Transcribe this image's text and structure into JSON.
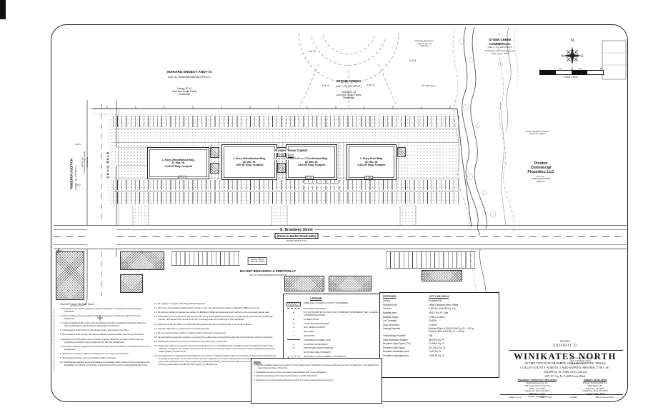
{
  "titleblock": {
    "case_number": "22.0014",
    "exhibit": "EXHIBIT D",
    "title": "WINIKATES NORTH",
    "location_line1": "IN THE TOWN OF PROSPER, COLLIN COUNTY, TEXAS",
    "location_line2": "COLLIN COUNTY SCHOOL LAND SURVEY ABSTRACT NO. 147",
    "area_gross": "244,089 Sq. Ft./5.602 Acres (Gross)",
    "area_net": "237,317 Sq. Ft./5.448 Acres (Net)",
    "footer": {
      "sheet": "Sheet 1 of 1",
      "scale": "Scale: 1\"=40'",
      "date": "Aug-22",
      "job": "SE Job No. 21-131"
    }
  },
  "engineer_block": {
    "title": "ENGINEER / SURVEYOR / APPLICANT",
    "lines": [
      "Spiars Engineering, Inc.",
      "765 Custer Road, Suite 100",
      "Plano, TX 75075",
      "Telephone: (972) 422-0077",
      "TBPE No. F-2121",
      "Contact: David Bond"
    ]
  },
  "developer_block": {
    "title": "OWNER / DEVELOPER",
    "lines": [
      "Prosper Texas Capital LLC",
      "1225 Monroe Dr.",
      "McKinney, TX 75071",
      "Telephone: (214) 274-7808",
      "Contact: Jason Pinal",
      ""
    ]
  },
  "plan": {
    "compass": {
      "n": "N",
      "e": "E",
      "s": "S",
      "w": "W"
    },
    "scale_text": "1 inch = 40 ft.",
    "scale_ticks": [
      "0",
      "20",
      "40",
      "80"
    ],
    "mahard": {
      "name": "MAHARD ERNEST ANDY III",
      "inst": "(Inst. No. 20160126000100180 OPRCCT)",
      "zoning": "Zoning: SF-10\nLand Use: Single Family\nResidential"
    },
    "stone_creek": {
      "name": "STONE CREEK",
      "cab": "(Cab. J, Pg. 711 PRCCT)",
      "zoning": "Zoning: SF-10\nLand Use: Single Family\nResidential"
    },
    "drainage": "Drainage Easement\n(Cab. J, Pg. 711\nPRCCT)",
    "stone_creek_commercial": {
      "name": "STONE CREEK\nCOMMERCIAL",
      "cab": "(Cab. X, Pg. 1037 PRCCT)",
      "sub": "Drainage & Floodway Easement\n(Cab. X, Pg. 1037)"
    },
    "lots": {
      "lot14": "Lot 14",
      "lot13": "Lot 13",
      "lot12": "Lot 12",
      "lot11": "Lot 11",
      "lot1": "Lot 1",
      "lot2": "Lot 2"
    },
    "timberon": {
      "name": "TIMBERON ADDITION",
      "cab": "(Cab. G, Pg. 179 PRCCT)",
      "zoning": "Zoning: SF\nLand Use: Single Family\nResidential"
    },
    "craig_road": "CRAIG ROAD",
    "utility_esmt": "15' Utility Esmt.",
    "owner_center": {
      "name": "Prosper Texas Capital",
      "name2": "LLC",
      "inst": "(Inst. No. 20210413000738480 OPRCCT)"
    },
    "buildings": [
      {
        "label": "1- Story Office/Medical Bldg.\n24' Max. Ht.\n7,440 SF Bldg. Footprint"
      },
      {
        "label": "1- Story Office/Medical Bldg.\n24' Max. Ht.\n7,800 SF Bldg. Footprint"
      },
      {
        "label": "1- Story Office/Medical Bldg.\n24' Max. Ht.\n7,800 SF Bldg. Footprint"
      },
      {
        "label": "1- Story Retail Bldg.\n24' Max. Ht.\n6,932 SF Bldg. Footprint"
      }
    ],
    "firelane_label": "24' Firelane, Access & Utility Easement",
    "stall_typ": "9' Typ.",
    "broadway": {
      "name": "E. Broadway Street",
      "fm": "(Farm to Market Road 1461)",
      "row": "(Variable Width R.O.W.)"
    },
    "bggbt": {
      "name": "BG-GBT BROADWAY & PRESTON LP",
      "inst": "(Inst. No. 20161222001594570 OPRCCT)",
      "zoning": "Zoning: PD-10\nLand Use: Retail"
    },
    "preston": {
      "name": "Preston\nCommercial\nProperties, LLC",
      "doc": "Doc. No.\n20211109002279530\nOPRCCT",
      "zoning": "Zoning: Retail/Commercial\nLand Use: Vacant"
    },
    "dims_note": "All dimensions are in feet at\nedge of building unless\notherwise noted.",
    "plot_stamp": "Plotted: 8/10/2022 3:51 PM   K:/Projects/21-131 Winikates/dwg/Site Plan.dwg"
  },
  "legend": {
    "title": "LEGEND",
    "items": [
      {
        "icon": "hatch-swatch",
        "label": "FIRELANE, ACCESS & UTILITY EASEMENT"
      },
      {
        "icon": "contour-line",
        "label": "EXISTING CONTOUR"
      },
      {
        "icon": "iron-rod",
        "label": "1/2\" IRON ROD W/ PLASTIC CAP STAMPED \"SPIARSENG\" SET, UNLESS OTHERWISE NOTED"
      },
      {
        "icon": "power-pole",
        "label": "POWER POLE"
      },
      {
        "icon": "light-pole",
        "label": "LIGHT POLE/STANDARD"
      },
      {
        "icon": "guy-wire",
        "label": "GUY WIRE ANCHOR"
      },
      {
        "icon": "bollard",
        "label": "BOLLARD"
      },
      {
        "icon": "signpost",
        "label": "SIGNPOST"
      },
      {
        "icon": "overhead-power",
        "label": "OVERHEAD POWER LINE"
      },
      {
        "icon": "control-monument",
        "label": "CONTROL MONUMENT"
      },
      {
        "icon": "proposed-hydrant",
        "label": "PROPOSED FIRE HYDRANT"
      },
      {
        "icon": "existing-hydrant",
        "label": "EXISTING FIRE HYDRANT"
      },
      {
        "icon": "living-screen-cloud",
        "label": "EXISTING LIVING SCREEN - TO REMAIN"
      }
    ],
    "icon_glyphs": {
      "dot": "●",
      "small_dot": "•",
      "square": "▪",
      "plus": "+",
      "arrow": "↘"
    }
  },
  "site_data": {
    "title": "SITE DATA",
    "lot": "LOT 1, BLOCK A",
    "rows": [
      {
        "label": "Zoning",
        "value": "Proposed PD"
      },
      {
        "label": "Proposed Use",
        "value": "Office / Medical Office / Retail"
      },
      {
        "label": "Lot Area",
        "value": "5.602 Ac. (244,089 Sq. Ft.)"
      },
      {
        "label": "Building Area",
        "value": "29,972 Sq. Ft. Total"
      },
      {
        "label": "Building Height",
        "value": "1 Story, 24' Max"
      },
      {
        "label": "Lot Coverage",
        "value": "12.62%"
      },
      {
        "label": "Floor Area Ratio",
        "value": "0.1263:1"
      },
      {
        "label": "Parking Required",
        "value": "Medical Office (1:250) 23,040 Sq. Ft. = 93 Sp.\nRetail (1:250) 6,932 Sq. Ft. = 28 Sp."
      },
      {
        "label": "Total Parking Provided",
        "value": "156"
      },
      {
        "label": "Total Impervious Surface",
        "value": "86,090.8 Sq. Ft."
      },
      {
        "label": "Required Open Space (7%)",
        "value": "17,086.4 Sq. Ft."
      },
      {
        "label": "Provided Open Space",
        "value": "111,238.2 Sq. Ft."
      },
      {
        "label": "Required Landscape Area",
        "value": "2,440 Sq. Ft."
      },
      {
        "label": "Provided Landscape Area",
        "value": "7,066.36 Sq. Ft."
      }
    ]
  },
  "prosper_notes": {
    "title": "Town of Prosper Site Plan Notes:",
    "items": [
      "1.  Dumpsters and trash compactors shall be screened in accordance with the Zoning Ordinance.",
      "2.  Open storage, where permitted, shall be screened in accordance with the Zoning Ordinance.",
      "3.  Outdoor lighting shall comply with the lighting and glare standards contained within the Zoning Ordinance and Subdivision Regulation Ordinance.",
      "4.  Landscaping shall conform to landscape plans approved by the Town.",
      "5.  All elevations shall comply with the standards contained within the Zoning Ordinance.",
      "6.  Buildings of 5,000 square feet or greater shall be 100% fire sprinkled. Alternative fire protection measures may be approved by the Fire Department.",
      "7.  Fire lanes shall be designed and constructed per Town standards or as directed by the Fire Department.",
      "8.  Two points of access shall be maintained for the property at all times.",
      "9.  Speedbumps/humps are not permitted within a fire lane.",
      "10. Handicapped parking areas and building accessibility shall conform to the Americans with Disabilities Act (ADA) and with the requirements of the current, adopted Building Code."
    ]
  },
  "general_notes": {
    "items": [
      "11. All signage is subject to Building Official approval.",
      "12. All fences and retaining walls shall be shown on the site plan and are subject to Building Official approval.",
      "13. All exterior building materials are subject to Building Official approval and shall conform to the approved facade plan.",
      "14. Sidewalks of not less than six (6') feet in width along thoroughfares and five (5') in width along collectors and residential streets, and barrier free ramps at all curb crossings shall be provided per Town standards.",
      "15. Approval of the site plan is not final until all engineering plans are approved by the Town Engineer.",
      "16. Site plan approval is required prior to grading release.",
      "17. All new electrical lines shall be installed and/or relocated underground.",
      "18. All mechanical equipment shall be screened from public view in accordance with the Comprehensive Zoning Ordinance.",
      "19. Landscape easements must be exclusive of any other type of easement.",
      "20. Impact fees will be assessed in accordance with the land use classification(s) identified on the Site Data Summary Table; however, changes to the proposed land use at the time of CO and/or finish-out permit may result in additional impact fees and/or parking requirements.",
      "21. The approval of a site plan shall be effective for a period of eighteen (18) months from the date of approval by the Planning & Zoning Commission, at the end of which time the applicant must have submitted and received approval of engineering plans and building permits. If the engineering plans and building permits are not approved, the site plan approval, together with any preliminary site plan for the property, is null and void."
    ]
  },
  "notes_box": {
    "title": "Notes:",
    "items": [
      "1.  The thoroughfare alignments shown on this exhibit are for illustration purposes and does not set the alignment. The alignment is determined at time of final plat.",
      "2.  Headlight screening will be provided in accordance with Town Standards.",
      "3.  Handicap Parking is Provided in Accordance w/ ADA Standards.",
      "4.  Site Plan is For Informational Purposes Only.  It is Not A Construction Document."
    ]
  },
  "colors": {
    "line": "#333333",
    "stipple": "#a8a8a8",
    "paper": "#ffffff"
  }
}
